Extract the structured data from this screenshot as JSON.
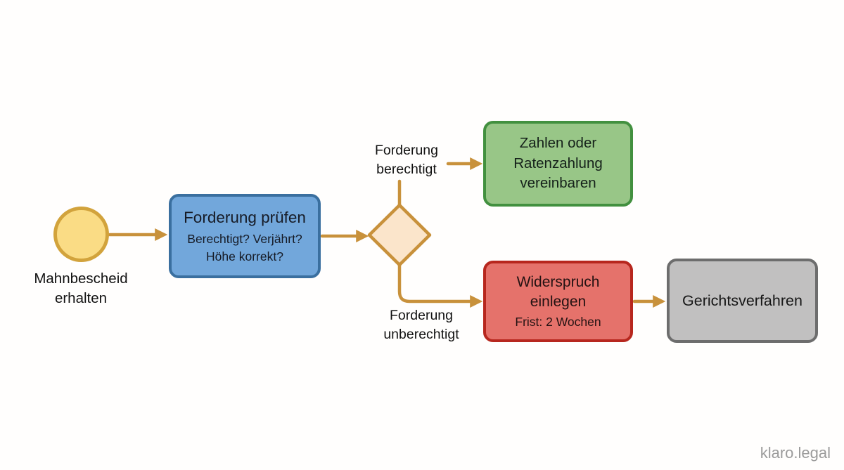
{
  "canvas": {
    "background": "#FFFFFF"
  },
  "flowchart": {
    "nodes": {
      "start": {
        "lines": [
          "Mahnbescheid",
          "erhalten"
        ],
        "fill": "#FADC85",
        "border": "#D2A33C"
      },
      "check": {
        "title": "Forderung prüfen",
        "lines": [
          "Berechtigt? Verjährt?",
          "Höhe korrekt?"
        ],
        "fill": "#72A7DB",
        "border": "#3A6F9F"
      },
      "decision": {
        "fill": "#FBE5CB",
        "border": "#C8913B"
      },
      "pay": {
        "lines": [
          "Zahlen oder",
          "Ratenzahlung",
          "vereinbaren"
        ],
        "fill": "#98C687",
        "border": "#42903F"
      },
      "object": {
        "lines": [
          "Widerspruch",
          "einlegen"
        ],
        "note": "Frist: 2 Wochen",
        "fill": "#E5726B",
        "border": "#B7271E"
      },
      "court": {
        "title": "Gerichtsverfahren",
        "fill": "#C1C0C0",
        "border": "#6D6D6D"
      }
    },
    "edges": {
      "color": "#C8913B",
      "berechtigt": {
        "lines": [
          "Forderung",
          "berechtigt"
        ]
      },
      "unberechtigt": {
        "lines": [
          "Forderung",
          "unberechtigt"
        ]
      }
    }
  },
  "watermark": {
    "text": "klaro.legal",
    "color": "#9B9B9B"
  }
}
